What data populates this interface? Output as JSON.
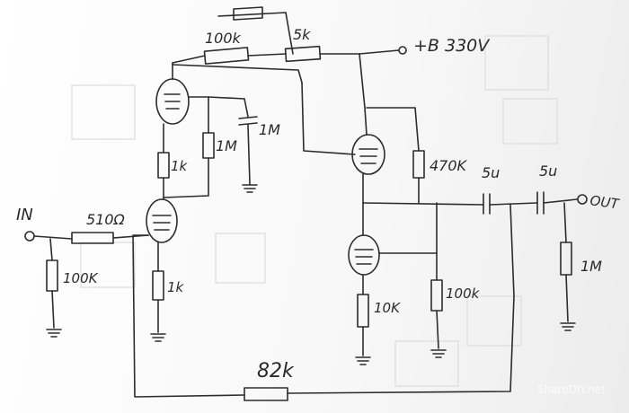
{
  "labels": {
    "supply": "+B 330V",
    "r_plate_a": "100k",
    "r_dropper": "5k",
    "r_grid_bias": "1M",
    "c_bypass": "1M",
    "r_cathode_a": "1k",
    "input": "IN",
    "r_grid_stop": "510Ω",
    "r_input": "100K",
    "r_cathode_b": "1k",
    "r_plate_b": "470K",
    "c_couple_1": "5u",
    "c_couple_2": "5u",
    "output": "OUT",
    "r_out": "1M",
    "r_cathode_c": "10K",
    "r_load_c": "100k",
    "r_feedback": "82k"
  },
  "watermark": "ShareDIY.net",
  "colors": {
    "ink": "#2c2c2c",
    "paper": "#ffffff"
  }
}
